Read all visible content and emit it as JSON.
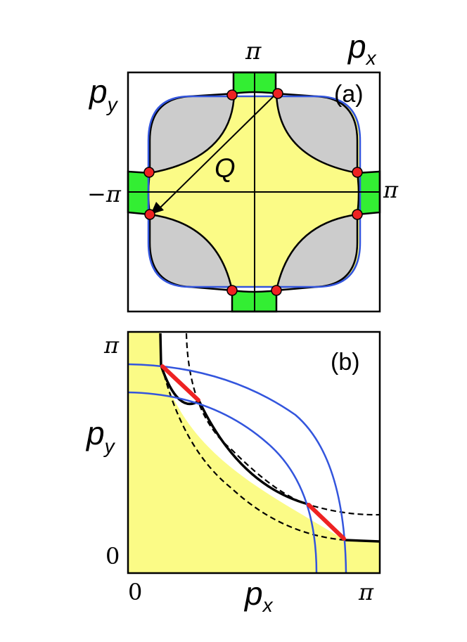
{
  "panel_a": {
    "tag": "(a)",
    "x_label_p": "p",
    "x_label_sub": "x",
    "y_label_p": "p",
    "y_label_sub": "y",
    "top_tick": "π",
    "left_tick": "−π",
    "right_tick": "π",
    "vector_label": "Q"
  },
  "panel_b": {
    "tag": "(b)",
    "x_label_p": "p",
    "x_label_sub": "x",
    "y_label_p": "p",
    "y_label_sub": "y",
    "y_top_tick": "π",
    "y_zero_tick": "0",
    "x_zero_tick": "0",
    "x_right_tick": "π"
  },
  "colors": {
    "yellow_fill": "#fbfb86",
    "gray_fill": "#cccccc",
    "green_fill": "#33ee33",
    "blue_line": "#3355dd",
    "red_highlight": "#ee2222",
    "hot_spot": "#ee2222"
  }
}
